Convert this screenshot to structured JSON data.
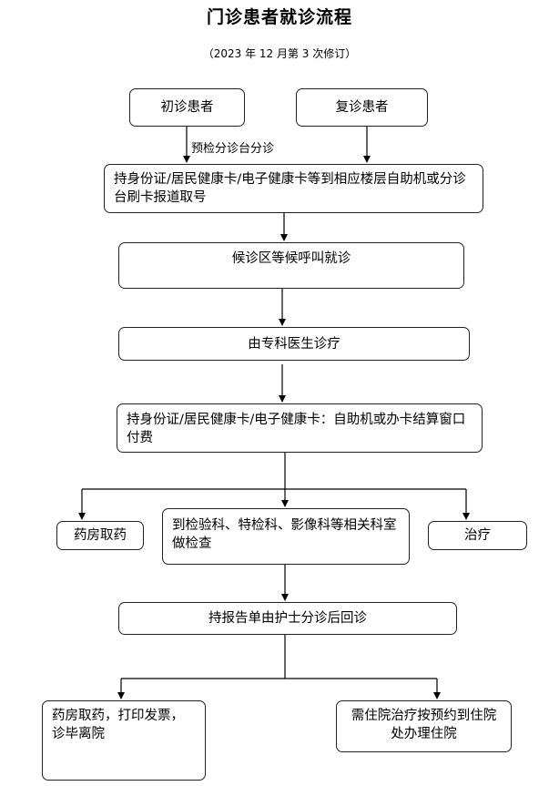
{
  "title": "门诊患者就诊流程",
  "subtitle": "（2023 年 12 月第 3 次修订）",
  "nodes": {
    "first_visit": "初诊患者",
    "return_visit": "复诊患者",
    "triage_label": "预检分诊台分诊",
    "register": "持身份证/居民健康卡/电子健康卡等到相应楼层自助机或分诊台刷卡报道取号",
    "wait": "候诊区等候呼叫就诊",
    "doctor": "由专科医生诊疗",
    "payment": "持身份证/居民健康卡/电子健康卡：自助机或办卡结算窗口付费",
    "pharmacy": "药房取药",
    "exam": "到检验科、特检科、影像科等相关科室做检查",
    "treatment": "治疗",
    "report": "持报告单由护士分诊后回诊",
    "discharge": "药房取药，打印发票，诊毕离院",
    "admission": "需住院治疗按预约到住院处办理住院"
  }
}
